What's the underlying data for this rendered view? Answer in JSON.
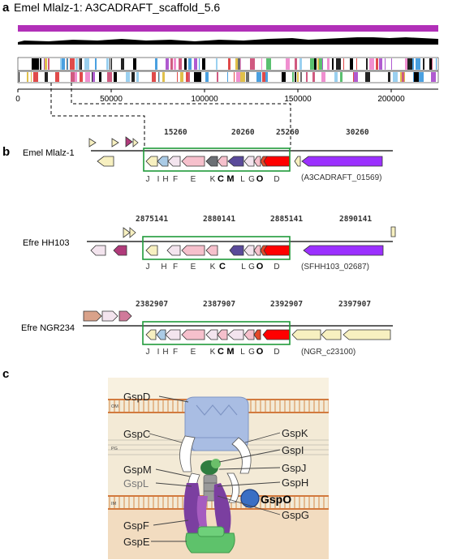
{
  "panel_a": {
    "letter": "a",
    "title": "Emel Mlalz-1: A3CADRAFT_scaffold_5.6",
    "axis_ticks": [
      "0",
      "50000",
      "100000",
      "150000",
      "200000"
    ]
  },
  "panel_b": {
    "letter": "b",
    "tracks": [
      {
        "organism": "Emel Mlalz-1",
        "coords": [
          "15260",
          "20260",
          "25260",
          "30260"
        ],
        "letters": [
          "J",
          "I",
          "H",
          "F",
          "E",
          "K",
          "C",
          "M",
          "L",
          "G",
          "O",
          "D"
        ],
        "bold": [
          false,
          false,
          false,
          false,
          false,
          false,
          true,
          true,
          false,
          false,
          true,
          false
        ],
        "locus": "(A3CADRAFT_01569)"
      },
      {
        "organism": "Efre HH103",
        "coords": [
          "2875141",
          "2880141",
          "2885141",
          "2890141"
        ],
        "letters": [
          "J",
          "H",
          "F",
          "E",
          "K",
          "C",
          "L",
          "G",
          "O",
          "D"
        ],
        "bold": [
          false,
          false,
          false,
          false,
          false,
          true,
          false,
          false,
          true,
          false
        ],
        "locus": "(SFHH103_02687)"
      },
      {
        "organism": "Efre NGR234",
        "coords": [
          "2382907",
          "2387907",
          "2392907",
          "2397907"
        ],
        "letters": [
          "J",
          "I",
          "H",
          "F",
          "E",
          "K",
          "C",
          "M",
          "L",
          "G",
          "O",
          "D"
        ],
        "bold": [
          false,
          false,
          false,
          false,
          false,
          false,
          true,
          true,
          false,
          false,
          true,
          false
        ],
        "locus": "(NGR_c23100)"
      }
    ]
  },
  "panel_c": {
    "letter": "c",
    "membranes": [
      "OM",
      "PG",
      "IM"
    ],
    "left_labels": [
      "GspD",
      "GspC",
      "GspM",
      "GspL",
      "GspF",
      "GspE"
    ],
    "right_labels": [
      "GspK",
      "GspI",
      "GspJ",
      "GspH",
      "GspO",
      "GspG"
    ]
  },
  "colors": {
    "scaffold_bar": "#b12fb8",
    "highlight_box": "#1f9a3a",
    "gspD": "#ff0000",
    "purple_gene": "#9b30ff",
    "om_protein": "#a9bde3",
    "membrane": "#d98c55",
    "gspO_circle": "#3a6fc4"
  }
}
